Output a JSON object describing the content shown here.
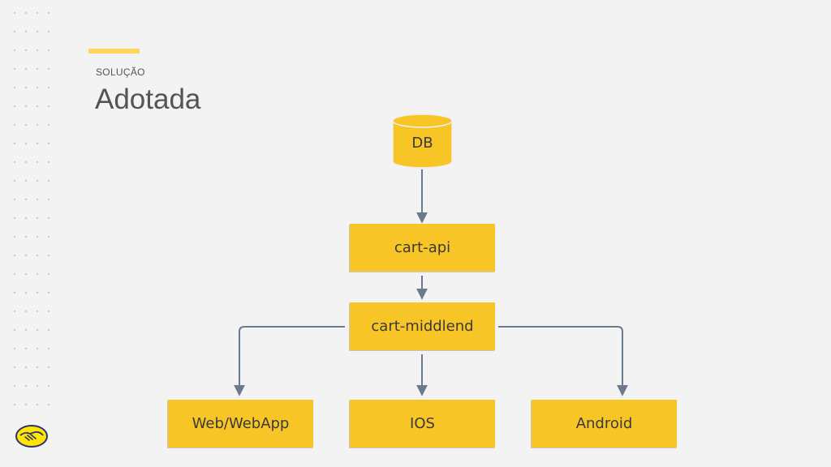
{
  "header": {
    "kicker": "SOLUÇÃO",
    "title": "Adotada"
  },
  "diagram": {
    "database": "DB",
    "api": "cart-api",
    "middleware": "cart-middlend",
    "clients": [
      "Web/WebApp",
      "IOS",
      "Android"
    ]
  },
  "colors": {
    "node_fill": "#f8c527",
    "accent": "#ffd65b",
    "connector": "#6b7a8c"
  }
}
